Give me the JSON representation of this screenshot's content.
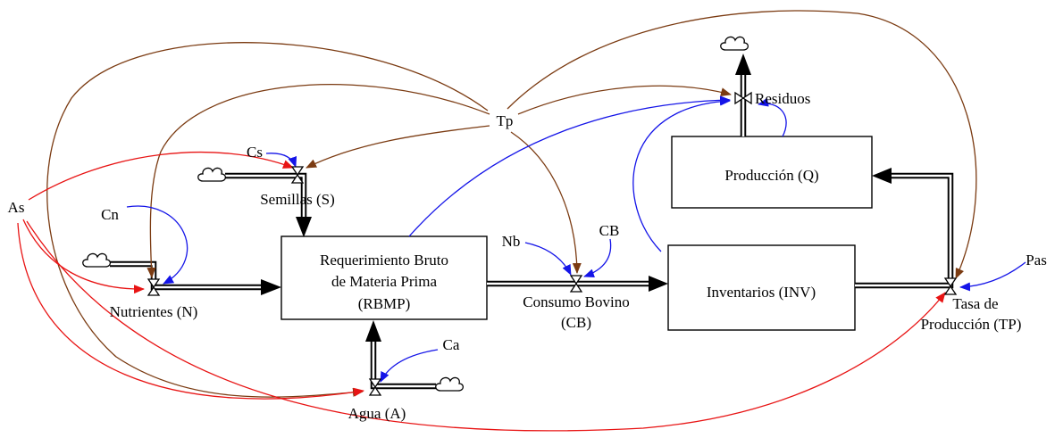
{
  "stocks": {
    "rbmp": {
      "lines": [
        "Requerimiento Bruto",
        "de Materia Prima",
        "(RBMP)"
      ]
    },
    "inv": {
      "label": "Inventarios (INV)"
    },
    "q": {
      "label": "Producción (Q)"
    }
  },
  "flows": {
    "semillas": {
      "label": "Semillas (S)"
    },
    "nutrientes": {
      "label": "Nutrientes (N)"
    },
    "agua": {
      "label": "Agua (A)"
    },
    "consumo": {
      "lines": [
        "Consumo Bovino",
        "(CB)"
      ]
    },
    "residuos": {
      "label": "Residuos"
    },
    "tasa": {
      "lines": [
        "Tasa de",
        "Producción (TP)"
      ]
    }
  },
  "auxiliaries": {
    "tp": "Tp",
    "cs": "Cs",
    "cn": "Cn",
    "as": "As",
    "nb": "Nb",
    "cb": "CB",
    "ca": "Ca",
    "pas": "Pas"
  },
  "colors": {
    "flow": "#000000",
    "tp_link": "#7b3b12",
    "as_link": "#e81414",
    "info_link": "#1414e8"
  }
}
